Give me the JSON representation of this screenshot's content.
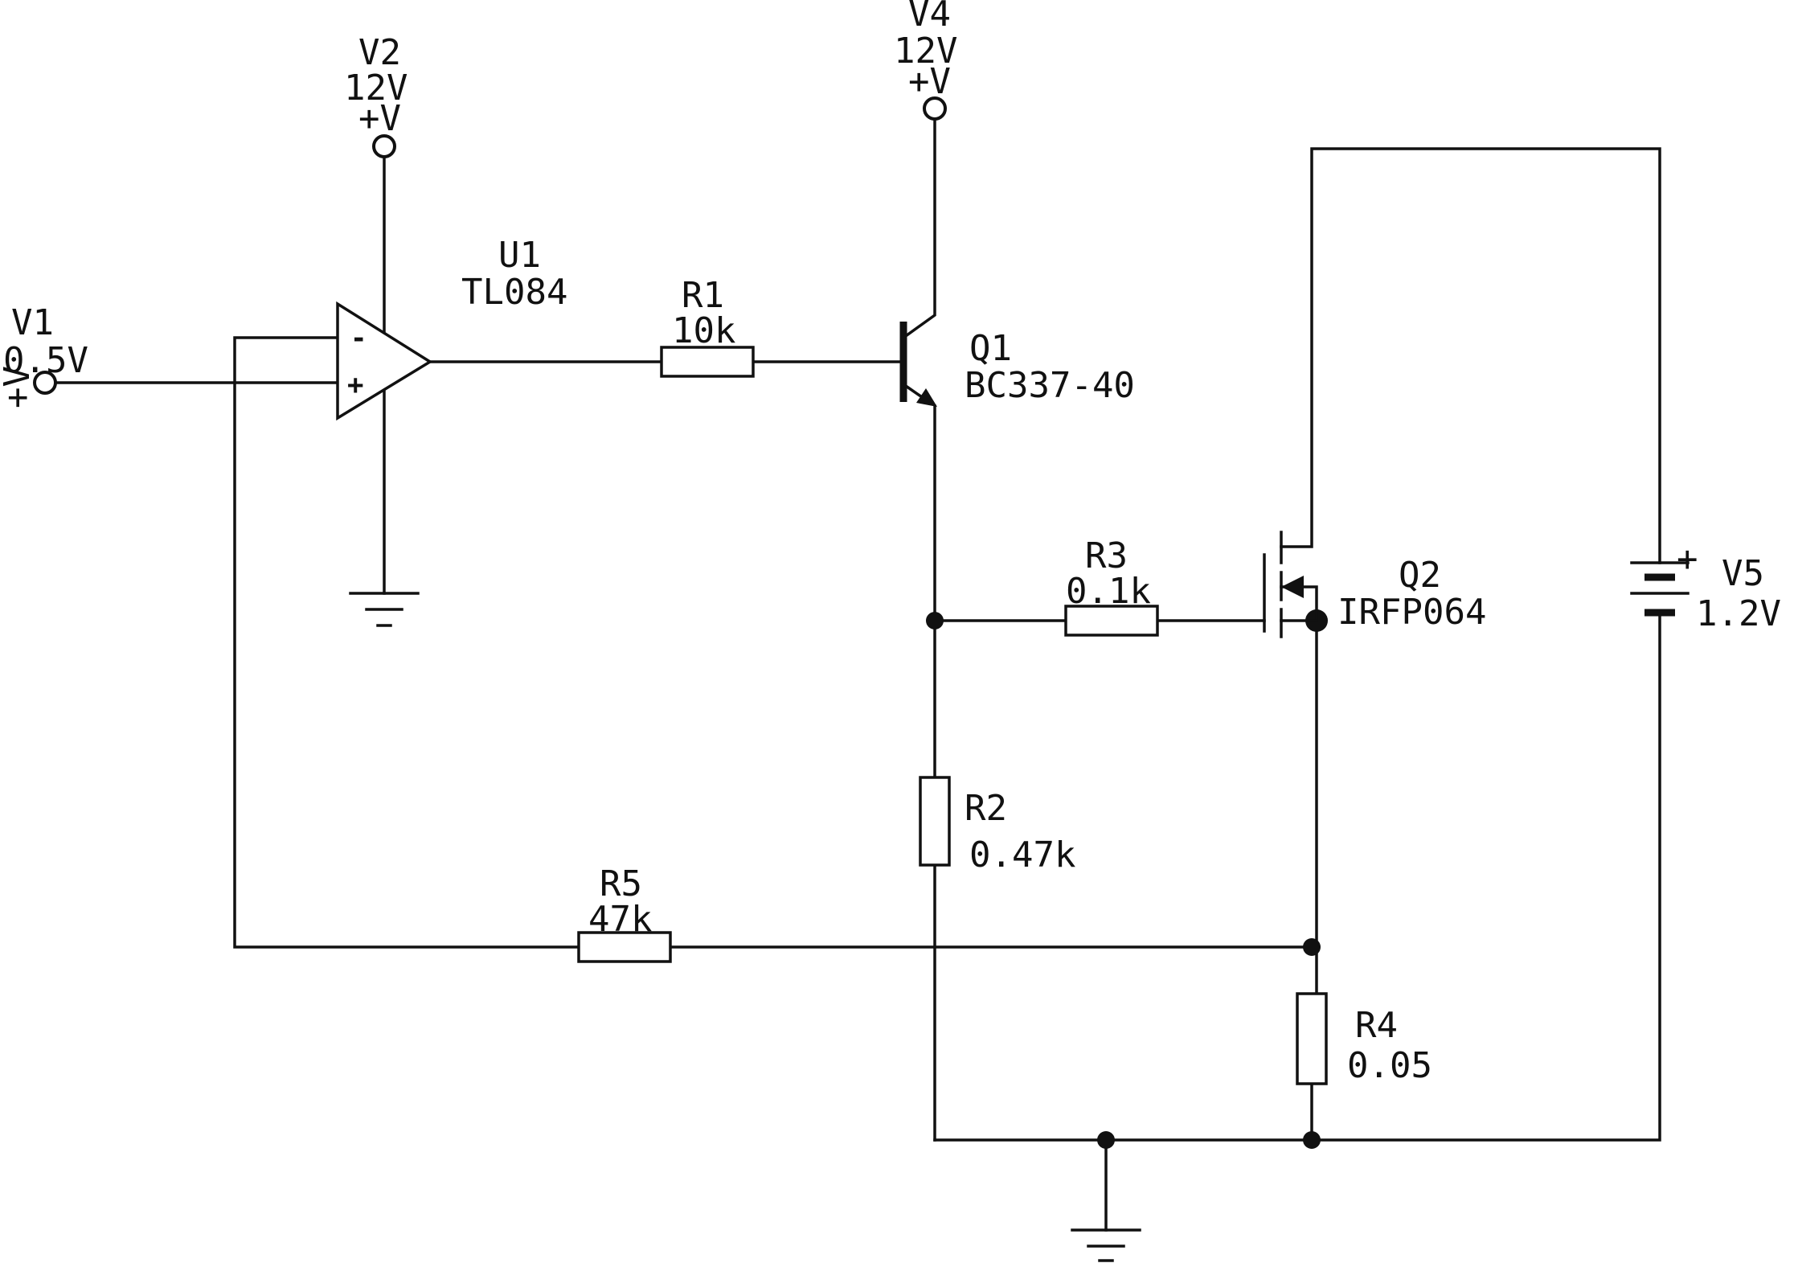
{
  "components": {
    "v1": {
      "ref": "V1",
      "value": "0.5V",
      "pol": "+V"
    },
    "v2": {
      "ref": "V2",
      "value": "12V",
      "pol": "+V"
    },
    "v4": {
      "ref": "V4",
      "value": "12V",
      "pol": "+V"
    },
    "v5": {
      "ref": "V5",
      "value": "1.2V",
      "plus": "+"
    },
    "u1": {
      "ref": "U1",
      "value": "TL084",
      "minus": "-",
      "plus": "+"
    },
    "r1": {
      "ref": "R1",
      "value": "10k"
    },
    "r2": {
      "ref": "R2",
      "value": "0.47k"
    },
    "r3": {
      "ref": "R3",
      "value": "0.1k"
    },
    "r4": {
      "ref": "R4",
      "value": "0.05"
    },
    "r5": {
      "ref": "R5",
      "value": "47k"
    },
    "q1": {
      "ref": "Q1",
      "value": "BC337-40"
    },
    "q2": {
      "ref": "Q2",
      "value": "IRFP064"
    }
  }
}
